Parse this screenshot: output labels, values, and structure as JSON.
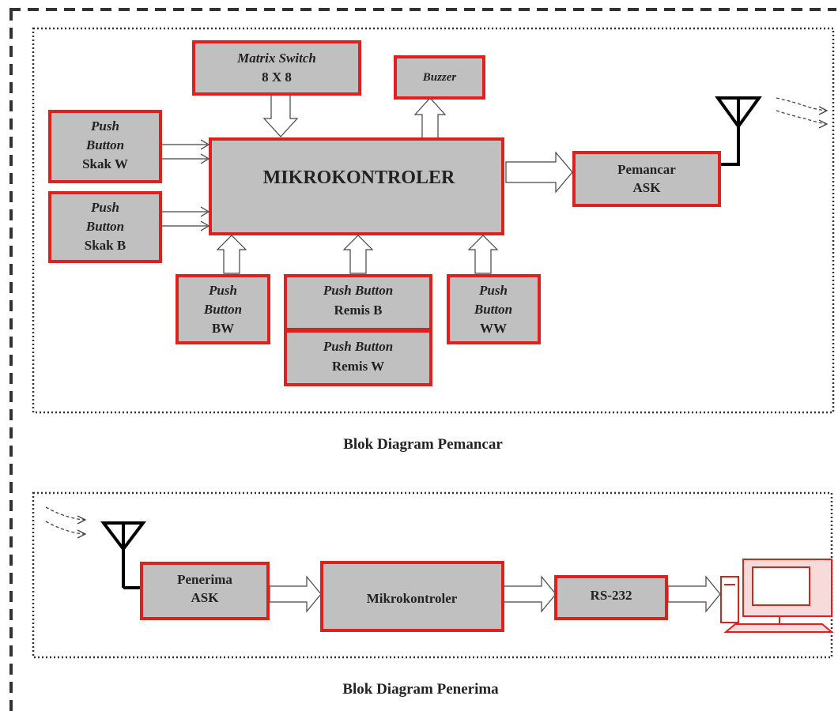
{
  "transmitter": {
    "matrix_switch": {
      "line1": "Matrix Switch",
      "line2": "8 X 8"
    },
    "buzzer": "Buzzer",
    "pb_skak_w": {
      "line1": "Push",
      "line2": "Button",
      "line3": "Skak W"
    },
    "pb_skak_b": {
      "line1": "Push",
      "line2": "Button",
      "line3": "Skak B"
    },
    "mcu": "MIKROKONTROLER",
    "pemancar": {
      "line1": "Pemancar",
      "line2": "ASK"
    },
    "pb_bw": {
      "line1": "Push",
      "line2": "Button",
      "line3": "BW"
    },
    "pb_remis_b": {
      "line1": "Push Button",
      "line2": "Remis B"
    },
    "pb_remis_w": {
      "line1": "Push Button",
      "line2": "Remis W"
    },
    "pb_ww": {
      "line1": "Push",
      "line2": "Button",
      "line3": "WW"
    },
    "caption": "Blok Diagram Pemancar"
  },
  "receiver": {
    "penerima": {
      "line1": "Penerima",
      "line2": "ASK"
    },
    "mcu": "Mikrokontroler",
    "rs232": "RS-232",
    "caption": "Blok Diagram Penerima"
  },
  "colors": {
    "block_fill": "#c0c0c0",
    "block_border": "#e0201c",
    "computer": "#e0201c"
  },
  "icons": [
    "antenna-icon",
    "antenna-icon",
    "computer-icon"
  ]
}
